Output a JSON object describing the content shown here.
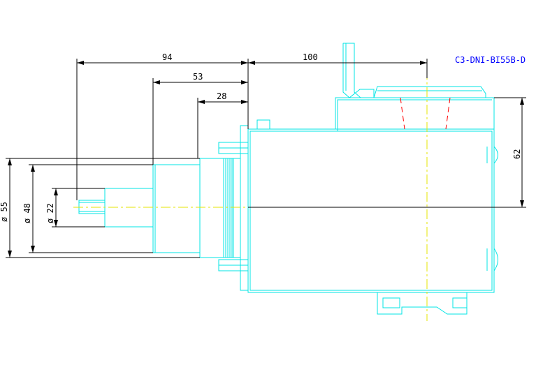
{
  "drawing": {
    "model_code": "C3-DNI-BI55B-D",
    "colors": {
      "background": "#ffffff",
      "outline": "#00e5e5",
      "dimension": "#000000",
      "centerline": "#e6e600",
      "hidden": "#ff0000",
      "model_text": "#0000ff"
    }
  },
  "dimensions": {
    "len_94": "94",
    "len_53": "53",
    "len_28": "28",
    "len_100": "100",
    "height_62": "62",
    "dia_55": "ø 55",
    "dia_48": "ø 48",
    "dia_22": "ø 22"
  }
}
